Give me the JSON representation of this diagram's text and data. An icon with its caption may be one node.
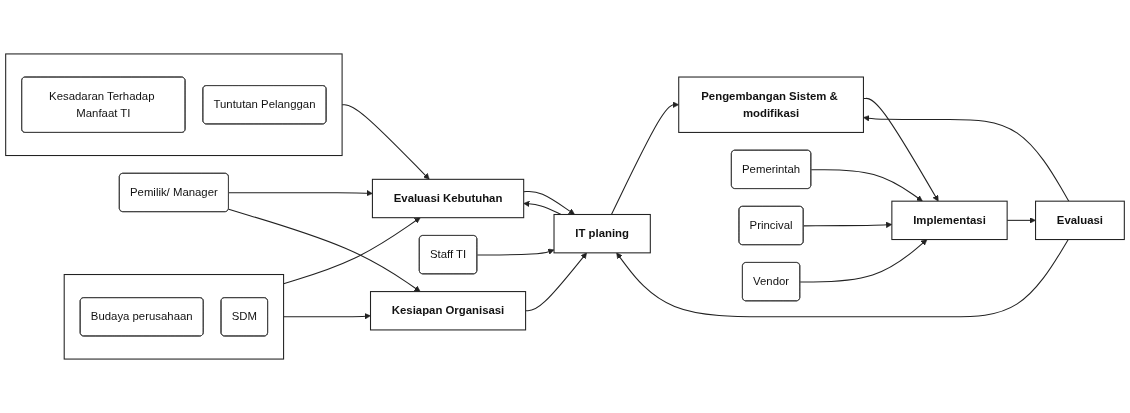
{
  "diagram": {
    "nodes": [
      {
        "text": [],
        "shape": "box"
      },
      {
        "text": [
          "Kesadaran Terhadap Manfaat TI"
        ],
        "in": 0
      },
      {
        "text": [
          "Tuntutan Pelanggan"
        ],
        "in": 0
      },
      {
        "text": [
          "Evaluasi Kebutuhan"
        ]
      },
      {
        "text": [
          "Staff TI"
        ]
      },
      {
        "text": [
          "IT planing"
        ]
      },
      {
        "text": [
          "Pengembangan Sistem & modifikasi"
        ]
      },
      {
        "text": [
          "Implementasi"
        ]
      },
      {
        "text": [
          "Evaluasi"
        ]
      },
      {
        "text": [
          "Pemilik/ Manager"
        ]
      },
      {
        "text": [],
        "shape": "box"
      },
      {
        "text": [
          "Budaya perusahaan"
        ],
        "in": 10
      },
      {
        "text": [
          "SDM"
        ],
        "in": 10
      },
      {
        "text": [
          "Kesiapan Organisasi"
        ]
      },
      {
        "text": [
          "Pemerintah"
        ]
      },
      {
        "text": [
          "Princival"
        ]
      },
      {
        "text": [
          "Vendor"
        ]
      }
    ],
    "edges": [
      {
        "from": 0,
        "to": 3,
        "arrow": "to"
      },
      {
        "from": 3,
        "to": 5,
        "arrow": "to"
      },
      {
        "from": 5,
        "to": 3,
        "arrow": "to"
      },
      {
        "from": 4,
        "to": 5,
        "arrow": "to"
      },
      {
        "from": 5,
        "to": 6,
        "arrow": "to"
      },
      {
        "from": 6,
        "to": 7,
        "arrow": "to"
      },
      {
        "from": 7,
        "to": 8,
        "arrow": "to"
      },
      {
        "from": 8,
        "to": 5,
        "arrow": "to"
      },
      {
        "from": 8,
        "to": 6,
        "arrow": "to"
      },
      {
        "from": 9,
        "to": 3,
        "arrow": "to"
      },
      {
        "from": 9,
        "to": 13,
        "arrow": "to"
      },
      {
        "from": 10,
        "to": 3,
        "arrow": "to"
      },
      {
        "from": 10,
        "to": 13,
        "arrow": "to"
      },
      {
        "from": 13,
        "to": 5,
        "arrow": "to"
      },
      {
        "from": 14,
        "to": 7,
        "arrow": "to"
      },
      {
        "from": 15,
        "to": 7,
        "arrow": "to"
      },
      {
        "from": 16,
        "to": 7,
        "arrow": "to"
      }
    ]
  }
}
